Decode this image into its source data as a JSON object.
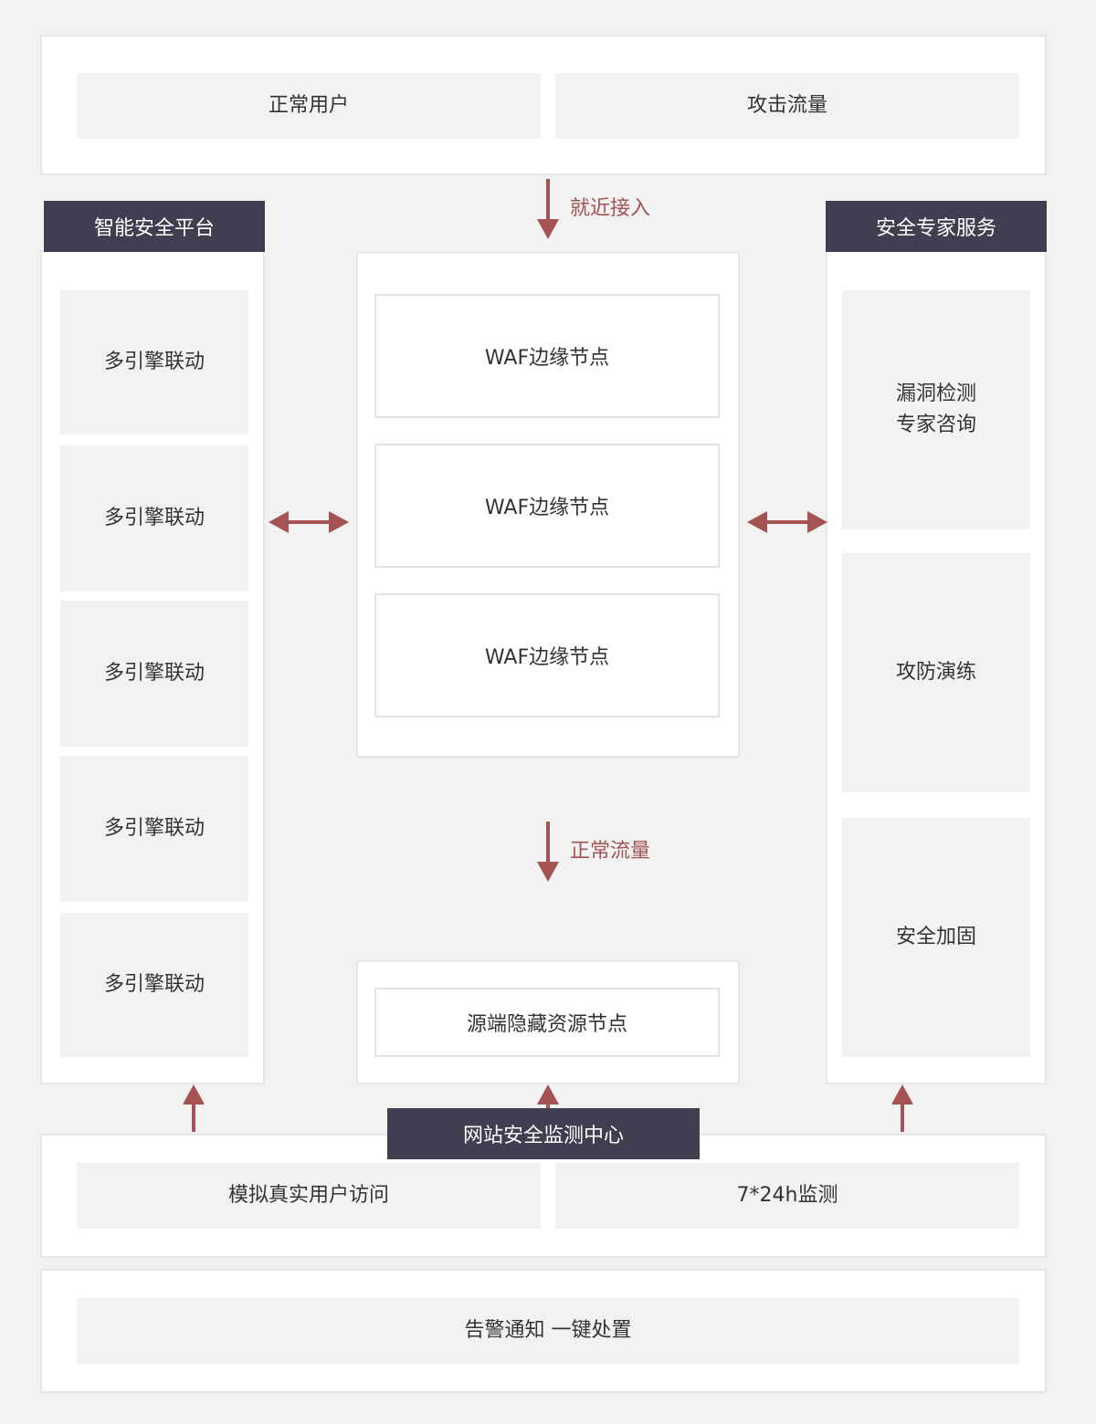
{
  "top": {
    "items": [
      "正常用户",
      "攻击流量"
    ]
  },
  "flows": {
    "access": "就近接入",
    "normal": "正常流量"
  },
  "left_platform": {
    "title": "智能安全平台",
    "items": [
      "多引擎联动",
      "多引擎联动",
      "多引擎联动",
      "多引擎联动",
      "多引擎联动"
    ]
  },
  "center": {
    "nodes": [
      "WAF边缘节点",
      "WAF边缘节点",
      "WAF边缘节点"
    ],
    "origin": "源端隐藏资源节点"
  },
  "right_service": {
    "title": "安全专家服务",
    "items": [
      "漏洞检测\n专家咨询",
      "攻防演练",
      "安全加固"
    ]
  },
  "monitor": {
    "title": "网站安全监测中心",
    "items": [
      "模拟真实用户访问",
      "7*24h监测"
    ]
  },
  "alert": {
    "label": "告警通知 一键处置"
  },
  "colors": {
    "background": "#f2f2f2",
    "panel": "#ffffff",
    "header": "#403e50",
    "arrow": "#a45252",
    "text": "#333333"
  }
}
